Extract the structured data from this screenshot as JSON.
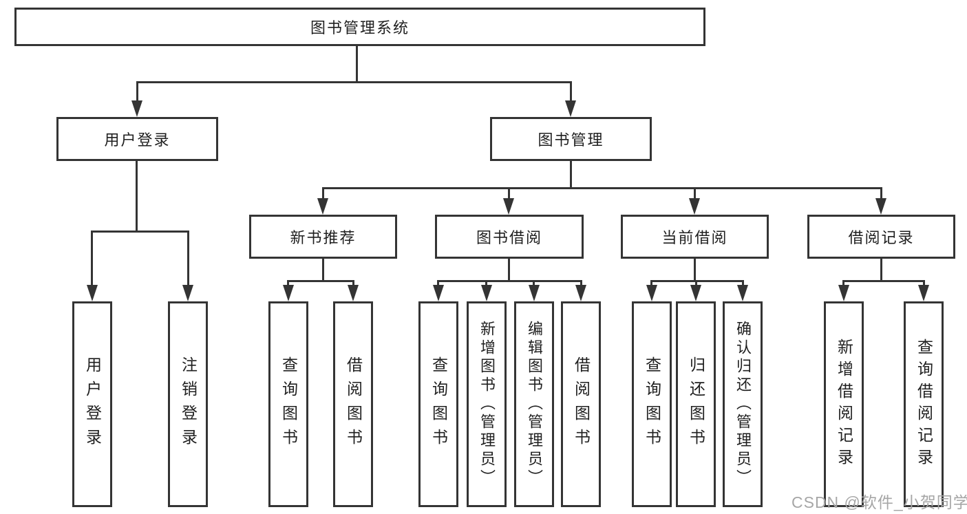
{
  "diagram": {
    "title": "图书管理系统",
    "level2": {
      "user_login": "用户登录",
      "book_management": "图书管理"
    },
    "level3": {
      "new_book_recommend": "新书推荐",
      "book_borrow": "图书借阅",
      "current_borrow": "当前借阅",
      "borrow_records": "借阅记录"
    },
    "leaves": {
      "user_login": [
        "用户登录",
        "注销登录"
      ],
      "new_book_recommend": [
        "查询图书",
        "借阅图书"
      ],
      "book_borrow": [
        "查询图书",
        "新增图书（管理员）",
        "编辑图书（管理员）",
        "借阅图书"
      ],
      "current_borrow": [
        "查询图书",
        "归还图书",
        "确认归还（管理员）"
      ],
      "borrow_records": [
        "新增借阅记录",
        "查询借阅记录"
      ]
    },
    "watermark": "CSDN @软件_小贺同学",
    "colors": {
      "line": "#343434",
      "text": "#1f1f1f",
      "watermark": "#a6a6a6",
      "background": "#ffffff"
    }
  }
}
